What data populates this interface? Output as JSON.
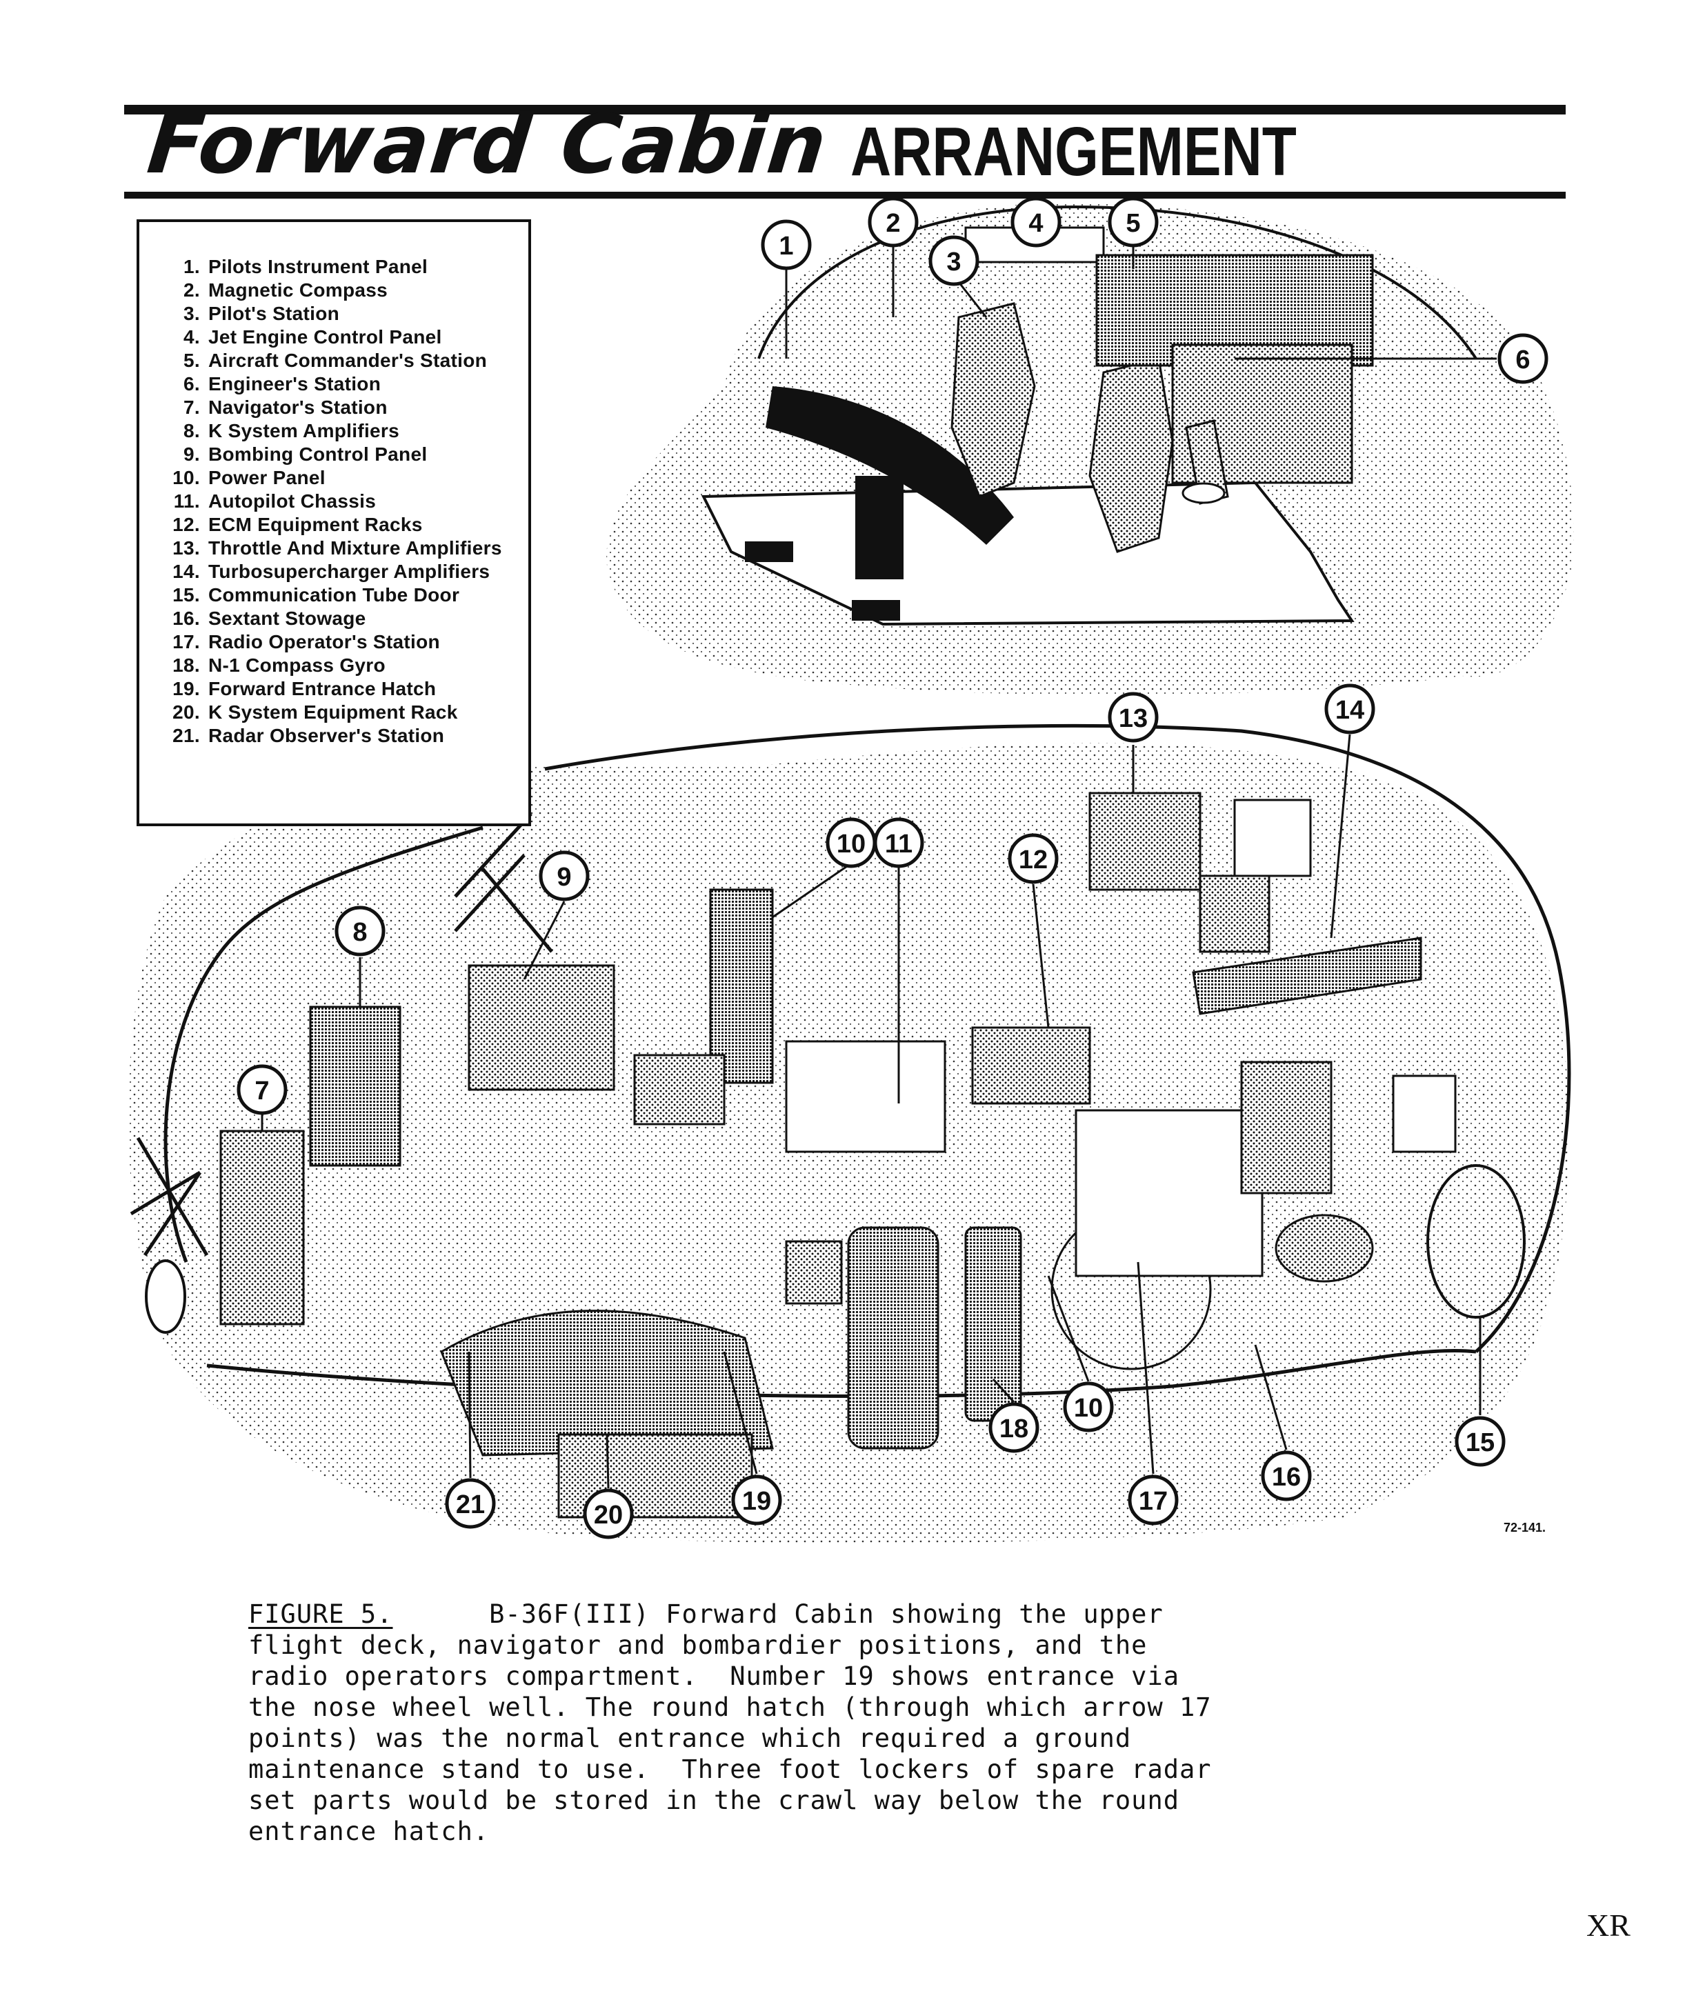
{
  "title": {
    "italic": "Forward Cabin",
    "caps": "ARRANGEMENT"
  },
  "legend": [
    {
      "n": "1.",
      "label": "Pilots Instrument Panel"
    },
    {
      "n": "2.",
      "label": "Magnetic Compass"
    },
    {
      "n": "3.",
      "label": "Pilot's Station"
    },
    {
      "n": "4.",
      "label": "Jet Engine Control Panel"
    },
    {
      "n": "5.",
      "label": "Aircraft Commander's Station"
    },
    {
      "n": "6.",
      "label": "Engineer's Station"
    },
    {
      "n": "7.",
      "label": "Navigator's Station"
    },
    {
      "n": "8.",
      "label": "K System Amplifiers"
    },
    {
      "n": "9.",
      "label": "Bombing Control Panel"
    },
    {
      "n": "10.",
      "label": "Power Panel"
    },
    {
      "n": "11.",
      "label": "Autopilot Chassis"
    },
    {
      "n": "12.",
      "label": "ECM Equipment Racks"
    },
    {
      "n": "13.",
      "label": "Throttle And Mixture Amplifiers"
    },
    {
      "n": "14.",
      "label": "Turbosupercharger Amplifiers"
    },
    {
      "n": "15.",
      "label": "Communication Tube Door"
    },
    {
      "n": "16.",
      "label": "Sextant Stowage"
    },
    {
      "n": "17.",
      "label": "Radio Operator's Station"
    },
    {
      "n": "18.",
      "label": "N-1 Compass Gyro"
    },
    {
      "n": "19.",
      "label": "Forward Entrance Hatch"
    },
    {
      "n": "20.",
      "label": "K System Equipment Rack"
    },
    {
      "n": "21.",
      "label": "Radar Observer's Station"
    }
  ],
  "callouts": [
    "1",
    "2",
    "3",
    "4",
    "5",
    "6",
    "8",
    "9",
    "10",
    "11",
    "12",
    "13",
    "14",
    "7",
    "21",
    "20",
    "19",
    "18",
    "10",
    "17",
    "16",
    "15"
  ],
  "caption": {
    "label": "FIGURE 5.",
    "text": "      B-36F(III) Forward Cabin showing the upper\nflight deck, navigator and bombardier positions, and the\nradio operators compartment.  Number 19 shows entrance via\nthe nose wheel well. The round hatch (through which arrow 17\npoints) was the normal entrance which required a ground\nmaintenance stand to use.  Three foot lockers of spare radar\nset parts would be stored in the crawl way below the round\nentrance hatch."
  },
  "ref_code": "72-141.",
  "corner_mark": "XR"
}
